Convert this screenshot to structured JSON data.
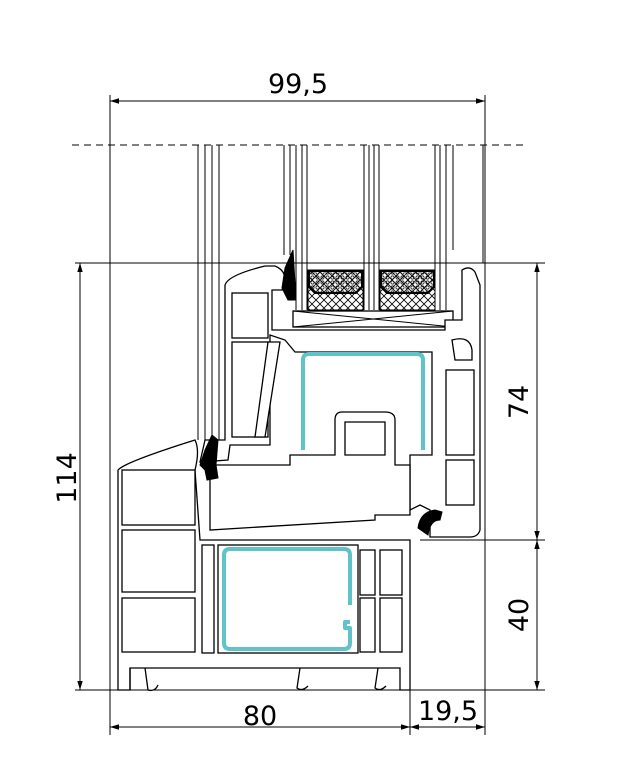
{
  "drawing": {
    "colors": {
      "line": "#000000",
      "steel_reinforcement": "#5fc3c9",
      "profile_fill": "#ffffff"
    },
    "dimensions": {
      "overall_width": "99,5",
      "frame_width": "80",
      "sash_offset": "19,5",
      "overall_height": "114",
      "sash_height": "74",
      "frame_height": "40"
    }
  }
}
